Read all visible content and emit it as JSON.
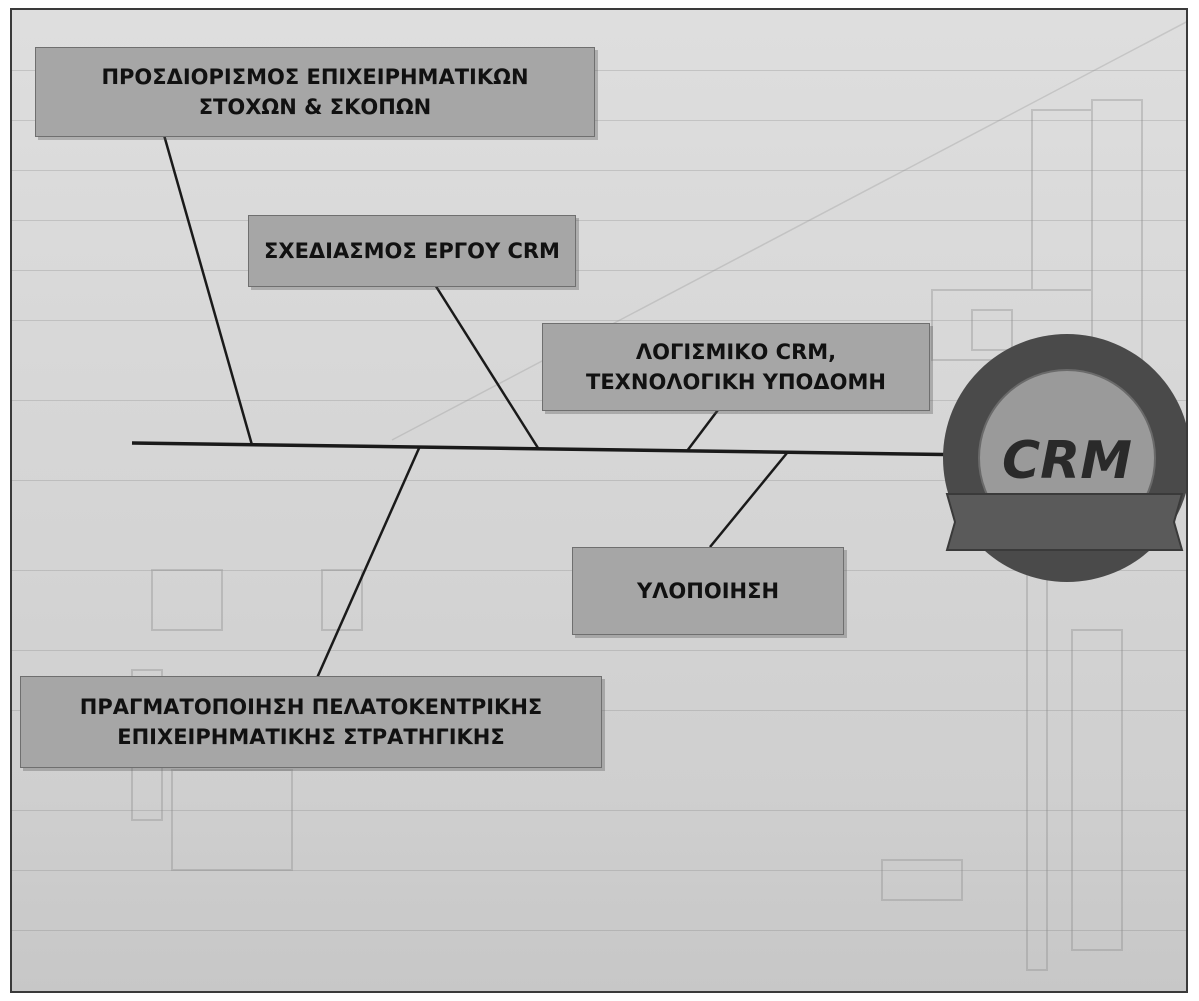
{
  "diagram": {
    "type": "fishbone",
    "head_label": "CRM",
    "causes": [
      {
        "id": "goals",
        "label": "ΠΡΟΣΔΙΟΡΙΣΜΟΣ ΕΠΙΧΕΙΡΗΜΑΤΙΚΩΝ\nΣΤΟΧΩΝ & ΣΚΟΠΩΝ"
      },
      {
        "id": "plan",
        "label": "ΣΧΕΔΙΑΣΜΟΣ ΕΡΓΟΥ CRM"
      },
      {
        "id": "software",
        "label": "ΛΟΓΙΣΜΙΚΟ CRM,\nΤΕΧΝΟΛΟΓΙΚΗ ΥΠΟΔΟΜΗ"
      },
      {
        "id": "implementation",
        "label": "ΥΛΟΠΟΙΗΣΗ"
      },
      {
        "id": "strategy",
        "label": "ΠΡΑΓΜΑΤΟΠΟΙΗΣΗ ΠΕΛΑΤΟΚΕΝΤΡΙΚΗΣ\nΕΠΙΧΕΙΡΗΜΑΤΙΚΗΣ ΣΤΡΑΤΗΓΙΚΗΣ"
      }
    ],
    "colors": {
      "box_fill": "#a6a6a6",
      "line": "#1a1a1a",
      "head_ring": "#4a4a4a",
      "head_center": "#9a9a9a",
      "ribbon": "#5a5a5a"
    }
  }
}
